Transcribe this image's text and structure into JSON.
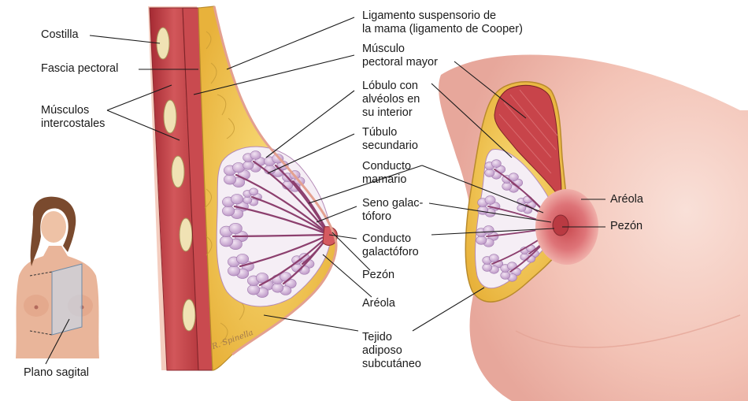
{
  "labels": {
    "costilla": "Costilla",
    "fascia_pectoral": "Fascia pectoral",
    "musculos_intercostales": "Músculos\nintercostales",
    "ligamento_suspensorio": "Ligamento suspensorio de\nla mama (ligamento de Cooper)",
    "musculo_pectoral": "Músculo\npectoral mayor",
    "lobulo": "Lóbulo con\nalvéolos en\nsu interior",
    "tubulo": "Túbulo\nsecundario",
    "conducto_mamario": "Conducto\nmamario",
    "seno_galactoforo": "Seno galac-\ntóforo",
    "conducto_galactoforo": "Conducto\ngalactóforo",
    "pezon_left": "Pezón",
    "areola_left": "Aréola",
    "tejido_adiposo": "Tejido\nadiposo\nsubcutáneo",
    "areola_right": "Aréola",
    "pezon_right": "Pezón",
    "plano_sagital": "Plano sagital"
  },
  "artist_signature": "R. Spinella",
  "colors": {
    "muscle": "#c53d43",
    "fat": "#f2c84e",
    "lobule": "#d8b8de",
    "duct": "#8c3f6e",
    "skin": "#f6d2c6",
    "areola": "#d9656a"
  }
}
